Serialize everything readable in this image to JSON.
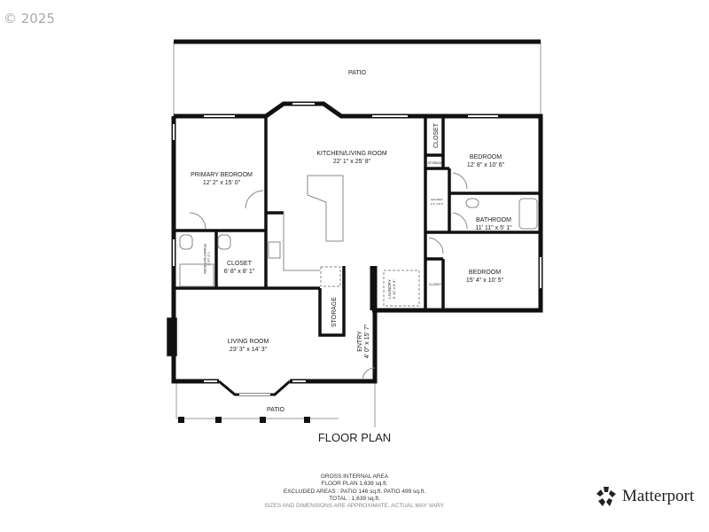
{
  "copyright": "© 2025",
  "title": "FLOOR PLAN",
  "rooms": {
    "patio_top": {
      "name": "PATIO"
    },
    "kitchen": {
      "name": "KITCHEN/LIVING ROOM",
      "dims": "22' 1\" x 25' 8\""
    },
    "primary_bedroom": {
      "name": "PRIMARY BEDROOM",
      "dims": "12' 2\" x 15' 0\""
    },
    "primary_bathroom": {
      "name": "PRIMARY BATHROOM",
      "dims": "7' 2\" x 8' 1\""
    },
    "closet_primary": {
      "name": "CLOSET",
      "dims": "6' 8\" x 8' 1\""
    },
    "closet_top": {
      "name": "CLOSET"
    },
    "storage_small": {
      "name": "STORAGE"
    },
    "hallway": {
      "name": "HALLWAY",
      "dims": "2' 2\" x 8' 9\""
    },
    "bedroom1": {
      "name": "BEDROOM",
      "dims": "12' 8\" x 10' 6\""
    },
    "bathroom": {
      "name": "BATHROOM",
      "dims": "11' 11\" x 5' 1\""
    },
    "bedroom2": {
      "name": "BEDROOM",
      "dims": "15' 4\" x 10' 5\""
    },
    "closet_bedroom2": {
      "name": "CLOSET"
    },
    "laundry": {
      "name": "LAUNDRY",
      "dims": "6' 11\" x 5' 9\""
    },
    "storage": {
      "name": "STORAGE"
    },
    "entry": {
      "name": "ENTRY",
      "dims": "4' 0\" x 15' 7\""
    },
    "living": {
      "name": "LIVING ROOM",
      "dims": "23' 3\" x 14' 3\""
    },
    "patio_bottom": {
      "name": "PATIO"
    }
  },
  "area": {
    "heading": "GROSS INTERNAL AREA",
    "floor_plan": "FLOOR PLAN 1,639 sq.ft.",
    "excluded": "EXCLUDED AREAS :  PATIO 146 sq.ft.   PATIO 499 sq.ft.",
    "total": "TOTAL :  1,639 sq.ft.",
    "note": "SIZES AND DIMENSIONS ARE APPROXIMATE, ACTUAL MAY VARY."
  },
  "brand": {
    "name": "Matterport",
    "logo_icon": "matterport-logo-icon"
  }
}
